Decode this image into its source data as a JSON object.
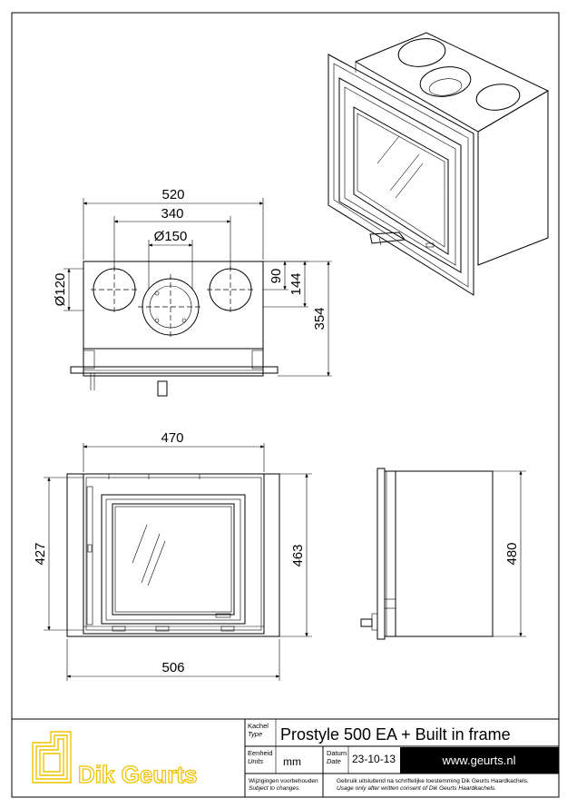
{
  "dimensions": {
    "top_view": {
      "width_520": "520",
      "flue_spacing_340": "340",
      "flue_diameter": "Ø150",
      "side_hole_diameter": "Ø120",
      "offset_90": "90",
      "offset_144": "144",
      "depth_354": "354"
    },
    "front_view": {
      "inner_width_470": "470",
      "inner_height_427": "427",
      "outer_height_463": "463",
      "outer_width_506": "506"
    },
    "side_view": {
      "height_480": "480"
    }
  },
  "title_block": {
    "type_label": "Kachel",
    "type_label_en": "Type",
    "product_title": "Prostyle 500 EA + Built in frame",
    "unit_label": "Eenheid",
    "unit_label_en": "Units",
    "unit_value": "mm",
    "date_label": "Datum",
    "date_label_en": "Date",
    "date_value": "23-10-13",
    "website": "www.geurts.nl",
    "changes_nl": "Wijzigingen voorbehouden",
    "changes_en": "Subject to changes.",
    "usage_nl": "Gebruik uitsluitend na schriftelijke toestemming Dik Geurts Haardkachels.",
    "usage_en": "Usage only after written consent of Dik Geurts Haardkachels.",
    "brand_name": "Dik Geurts"
  },
  "colors": {
    "brand_yellow": "#f2c200",
    "line": "#000000",
    "website_bar": "#000000"
  }
}
